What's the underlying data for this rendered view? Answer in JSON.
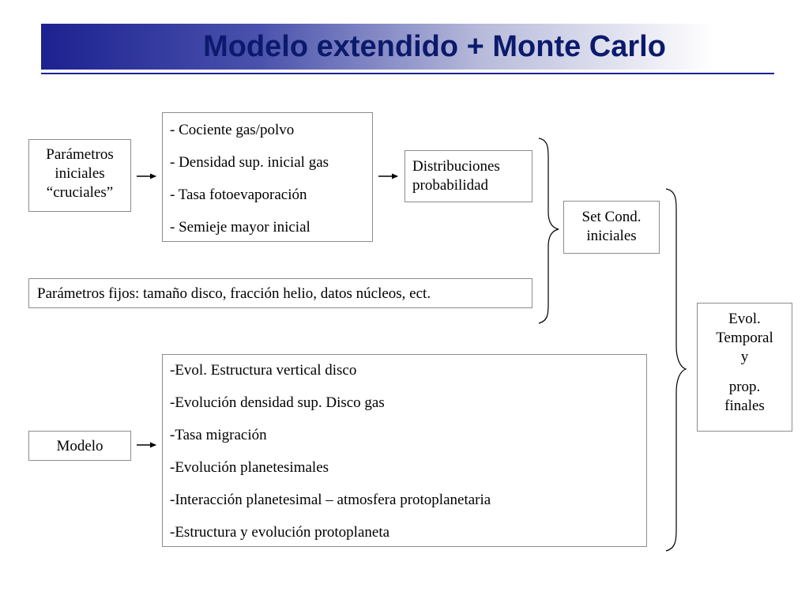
{
  "slide": {
    "title": "Modelo extendido + Monte Carlo",
    "colors": {
      "title_text": "#0c1a6c",
      "title_band": "#1c2190",
      "box_border": "#8c8c8c"
    }
  },
  "diagram": {
    "params_box": {
      "lines": [
        "Parámetros",
        "iniciales",
        "“cruciales”"
      ]
    },
    "crucial_list": [
      "- Cociente gas/polvo",
      "- Densidad sup. inicial gas",
      "- Tasa fotoevaporación",
      "- Semieje mayor inicial"
    ],
    "distributions_box": {
      "lines": [
        "Distribuciones",
        "probabilidad"
      ]
    },
    "set_box": {
      "lines": [
        "Set Cond.",
        "iniciales"
      ]
    },
    "fixed_params": "Parámetros fijos: tamaño disco, fracción helio, datos núcleos, ect.",
    "model_box": "Modelo",
    "model_list": [
      "-Evol. Estructura vertical disco",
      "-Evolución densidad sup. Disco gas",
      "-Tasa migración",
      "-Evolución planetesimales",
      "-Interacción planetesimal – atmosfera protoplanetaria",
      "-Estructura y evolución protoplaneta"
    ],
    "evol_box": {
      "lines_a": [
        "Evol.",
        "Temporal",
        "y"
      ],
      "lines_b": [
        "prop.",
        "finales"
      ]
    }
  }
}
